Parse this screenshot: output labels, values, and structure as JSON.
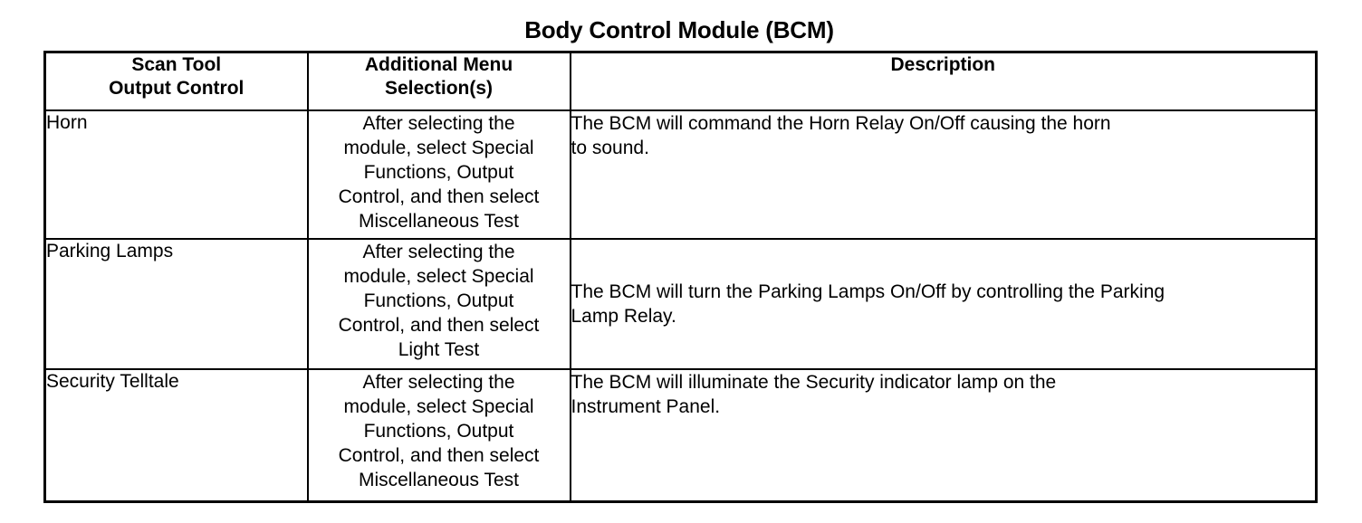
{
  "document": {
    "title": "Body Control Module (BCM)"
  },
  "table": {
    "columns": [
      {
        "key": "scan_tool",
        "header_line1": "Scan Tool",
        "header_line2": "Output Control"
      },
      {
        "key": "menu_selection",
        "header_line1": "Additional Menu",
        "header_line2": "Selection(s)"
      },
      {
        "key": "description",
        "header_line1": "Description",
        "header_line2": ""
      }
    ],
    "rows": [
      {
        "scan_tool": "Horn",
        "menu_lines": [
          "After selecting the",
          "module, select Special",
          "Functions, Output",
          "Control, and then select",
          "Miscellaneous Test"
        ],
        "menu_text": "After selecting the module, select Special Functions, Output Control, and then select Miscellaneous Test",
        "description_lines": [
          "The BCM will command the Horn Relay On/Off causing the horn",
          "to sound."
        ],
        "description_text": "The BCM will command the Horn Relay On/Off causing the horn to sound.",
        "description_valign": "top"
      },
      {
        "scan_tool": "Parking Lamps",
        "menu_lines": [
          "After selecting the",
          "module, select Special",
          "Functions, Output",
          "Control, and then select",
          "Light Test"
        ],
        "menu_text": "After selecting the module, select Special Functions, Output Control, and then select Light Test",
        "description_lines": [
          "The BCM will turn the Parking Lamps On/Off by controlling the Parking",
          "Lamp Relay."
        ],
        "description_text": "The BCM will turn the Parking Lamps On/Off by controlling the Parking Lamp Relay.",
        "description_valign": "middle"
      },
      {
        "scan_tool": "Security Telltale",
        "menu_lines": [
          "After selecting the",
          "module, select Special",
          "Functions, Output",
          "Control, and then select",
          "Miscellaneous Test"
        ],
        "menu_text": "After selecting the module, select Special Functions, Output Control, and then select Miscellaneous Test",
        "description_lines": [
          "The BCM will illuminate the Security indicator lamp on the",
          "Instrument Panel."
        ],
        "description_text": "The BCM will illuminate the Security indicator lamp on the Instrument Panel.",
        "description_valign": "top"
      }
    ]
  },
  "colors": {
    "text": "#000000",
    "background": "#ffffff",
    "border": "#000000"
  }
}
